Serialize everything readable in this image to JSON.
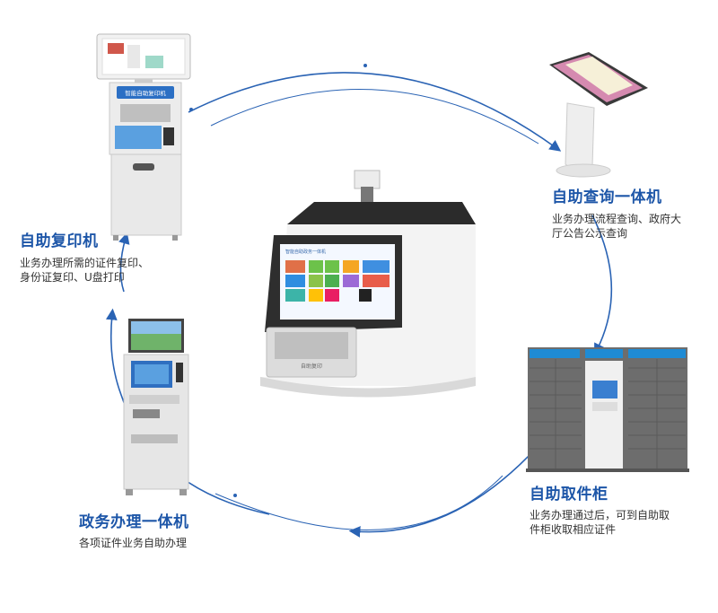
{
  "colors": {
    "accent": "#1d56a8",
    "text": "#333333",
    "ring": "#2a63b4"
  },
  "center_device": {
    "screen_header": "智能自助政务一体机",
    "front_label": "自助复印"
  },
  "products": {
    "copier": {
      "title": "自助复印机",
      "desc_lines": [
        "业务办理所需的证件复印、",
        "身份证复印、U盘打印"
      ],
      "panel_label": "智能自助复印机",
      "icon": "copier-kiosk-icon"
    },
    "query": {
      "title": "自助查询一体机",
      "desc_lines": [
        "业务办理流程查询、政府大",
        "厅公告公示查询"
      ],
      "icon": "query-kiosk-icon"
    },
    "pickup": {
      "title": "自助取件柜",
      "desc_lines": [
        "业务办理通过后，可到自助取",
        "件柜收取相应证件"
      ],
      "icon": "locker-cabinet-icon"
    },
    "gov": {
      "title": "政务办理一体机",
      "desc_lines": [
        "各项证件业务自助办理"
      ],
      "icon": "gov-service-kiosk-icon"
    }
  }
}
